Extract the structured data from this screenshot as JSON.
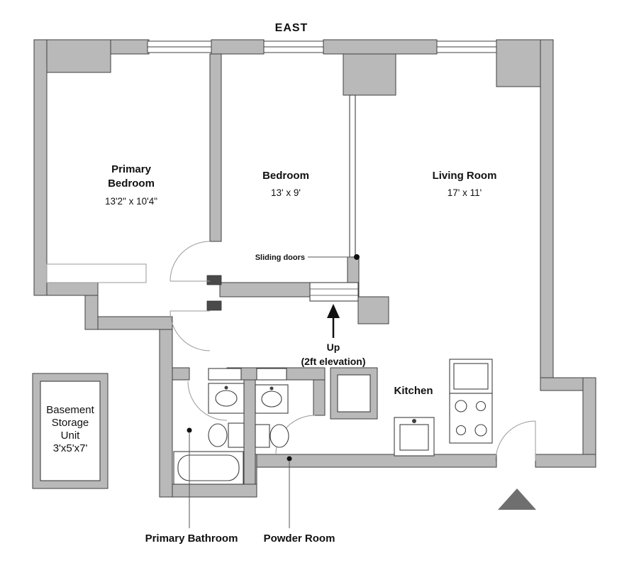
{
  "compass": {
    "label": "EAST"
  },
  "rooms": {
    "primary_bedroom": {
      "name_line1": "Primary",
      "name_line2": "Bedroom",
      "dims": "13'2\" x 10'4\""
    },
    "bedroom": {
      "name": "Bedroom",
      "dims": "13' x 9'"
    },
    "living_room": {
      "name": "Living Room",
      "dims": "17' x 11'"
    },
    "kitchen": {
      "name": "Kitchen"
    },
    "primary_bathroom": {
      "name": "Primary Bathroom"
    },
    "powder_room": {
      "name": "Powder Room"
    }
  },
  "storage": {
    "line1": "Basement",
    "line2": "Storage",
    "line3": "Unit",
    "line4": "3'x5'x7'"
  },
  "annotations": {
    "sliding_doors": "Sliding doors",
    "up_label": "Up",
    "up_detail": "(2ft elevation)"
  },
  "colors": {
    "wall_fill": "#b9b9b9",
    "wall_stroke": "#3f3f3f",
    "text": "#111111",
    "arrow": "#6f6f6f"
  }
}
